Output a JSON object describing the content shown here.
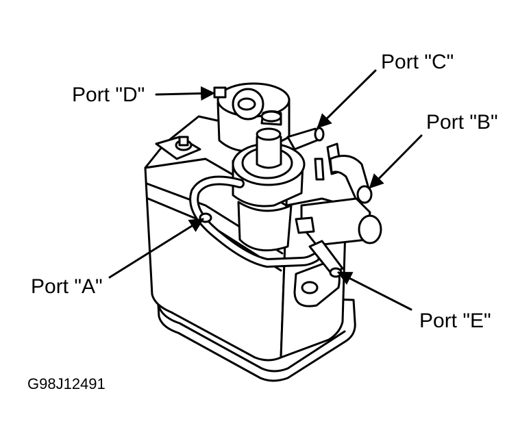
{
  "labels": {
    "port_a": "Port \"A\"",
    "port_b": "Port \"B\"",
    "port_c": "Port \"C\"",
    "port_d": "Port \"D\"",
    "port_e": "Port \"E\""
  },
  "figure_code": "G98J12491"
}
